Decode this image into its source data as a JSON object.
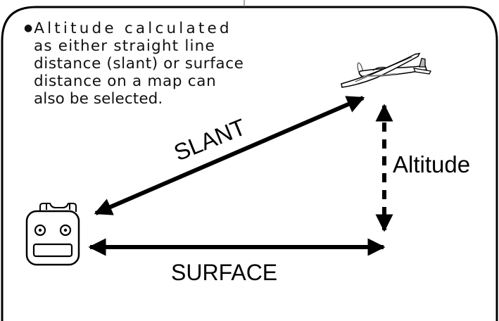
{
  "note": {
    "bullet": "●",
    "lines": [
      "Altitude calculated",
      "as either straight  line",
      "distance (slant) or surface",
      "distance on a map can",
      "also be selected."
    ]
  },
  "labels": {
    "slant": "SLANT",
    "altitude": "Altitude",
    "surface": "SURFACE"
  },
  "icons": {
    "transmitter": "rc-transmitter-icon",
    "aircraft": "rc-glider-icon"
  }
}
